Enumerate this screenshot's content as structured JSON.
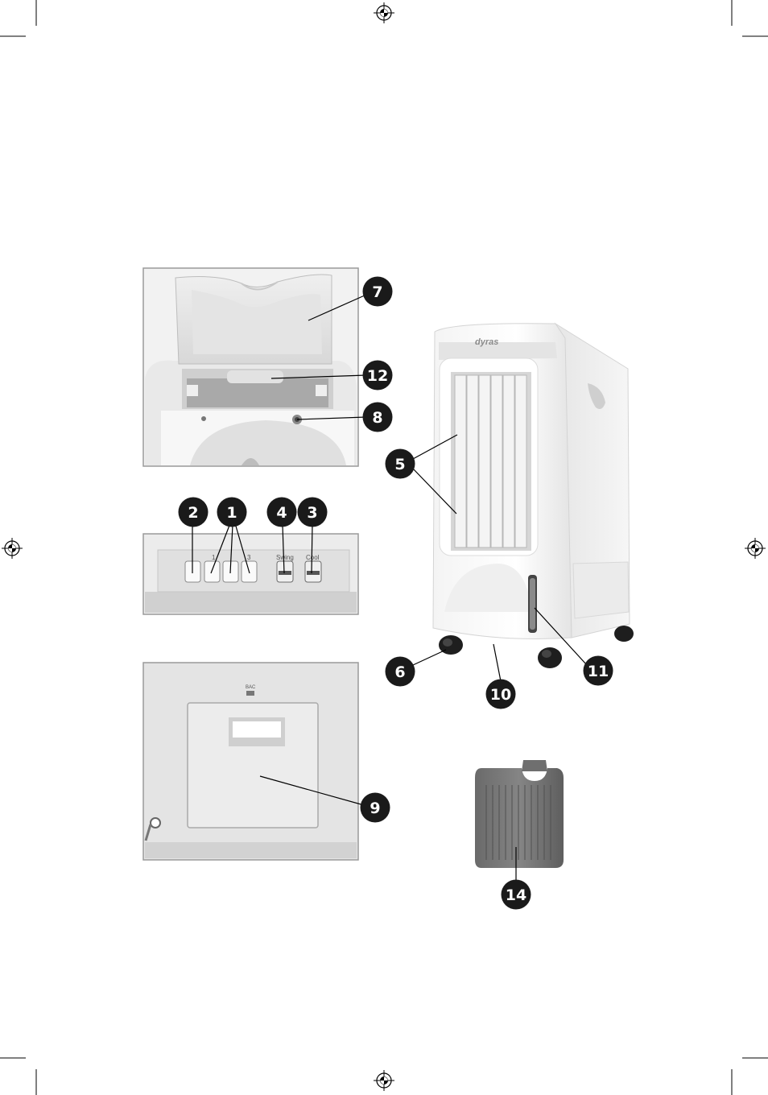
{
  "callouts": {
    "c1": "1",
    "c2": "2",
    "c3": "3",
    "c4": "4",
    "c5": "5",
    "c6": "6",
    "c7": "7",
    "c8": "8",
    "c9": "9",
    "c10": "10",
    "c11": "11",
    "c12": "12",
    "c14": "14"
  },
  "product": {
    "brand": "dyras"
  },
  "control_panel": {
    "speed_1": "1",
    "speed_3": "3",
    "swing_label": "Swing",
    "cool_label": "Cool"
  },
  "back_panel": {
    "label": "BAC"
  },
  "colors": {
    "callout_fill": "#1a1a1a",
    "frame_border": "#9a9a9a",
    "panel_grey": "#d6d6d6"
  },
  "icons": [
    "registration-mark-icon"
  ]
}
